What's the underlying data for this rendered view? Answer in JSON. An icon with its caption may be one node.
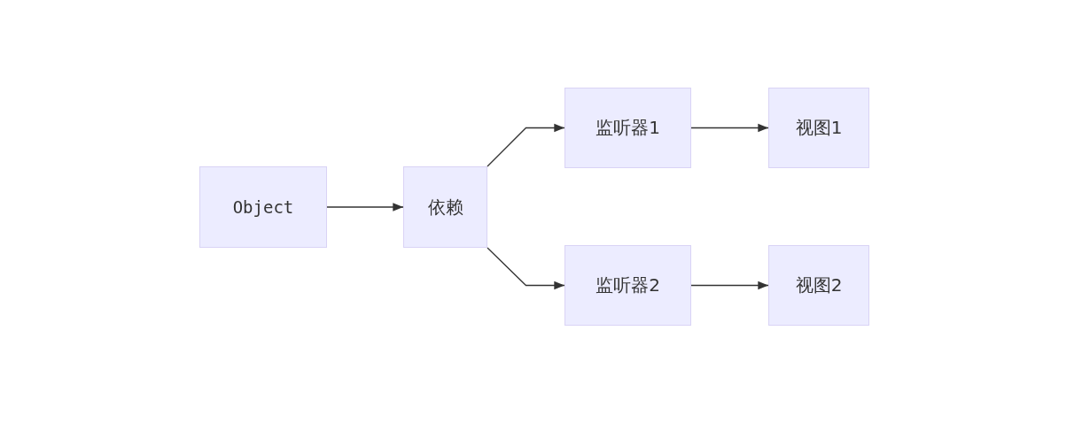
{
  "diagram": {
    "nodes": [
      {
        "text": [
          "Object"
        ]
      },
      {
        "text": [
          "依赖"
        ]
      },
      {
        "text": [
          "监听器1"
        ]
      },
      {
        "text": [
          "视图1"
        ]
      },
      {
        "text": [
          "监听器2"
        ]
      },
      {
        "text": [
          "视图2"
        ]
      }
    ],
    "edges": [
      {
        "from": 0,
        "to": 1,
        "arrow": "to"
      },
      {
        "from": 1,
        "to": 2,
        "arrow": "to"
      },
      {
        "from": 1,
        "to": 4,
        "arrow": "to"
      },
      {
        "from": 2,
        "to": 3,
        "arrow": "to"
      },
      {
        "from": 4,
        "to": 5,
        "arrow": "to"
      }
    ]
  }
}
